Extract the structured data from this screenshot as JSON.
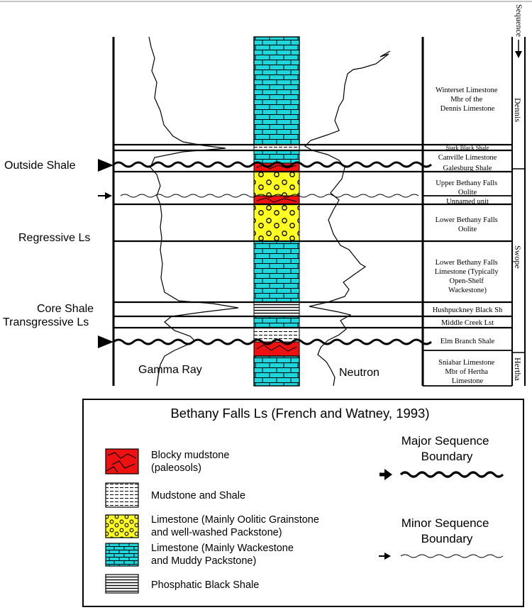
{
  "left_labels": {
    "outside_shale": "Outside Shale",
    "regressive_ls": "Regressive Ls",
    "core_shale": "Core Shale",
    "transgressive_ls": "Transgressive Ls"
  },
  "log_labels": {
    "gamma_ray": "Gamma Ray",
    "neutron": "Neutron"
  },
  "sequence_header": "Sequence",
  "sequences": [
    "Dennis",
    "Swope",
    "Hertha"
  ],
  "units": {
    "winterset": [
      "Winterset Limestone",
      "Mbr of the",
      "Dennis Limestone"
    ],
    "stark": "Stark Black Shale",
    "canville": "Canville Limestone",
    "galesburg": "Galesburg Shale",
    "upper_bethany": [
      "Upper Bethany Falls",
      "Oolite"
    ],
    "unnamed": "Unnamed unit",
    "lower_bethany_oolite": [
      "Lower Bethany Falls",
      "Oolite"
    ],
    "lower_bethany_ls": [
      "Lower Bethany Falls",
      "Limestone (Typically",
      "Open-Shelf",
      "Wackestone)"
    ],
    "hushpuckney": "Hushpuckney Black Sh",
    "middle_creek": "Middle Creek Lst",
    "elm_branch": "Elm Branch Shale",
    "sniabar": [
      "Sniabar Limestone",
      "Mbr of Hertha",
      "Limestone"
    ]
  },
  "legend": {
    "title": "Bethany Falls Ls (French and Watney, 1993)",
    "items": [
      [
        "Blocky mudstone",
        "(paleosols)"
      ],
      [
        "Mudstone and Shale"
      ],
      [
        "Limestone (Mainly Oolitic Grainstone",
        "and well-washed Packstone)"
      ],
      [
        "Limestone (Mainly Wackestone",
        "and Muddy Packstone)"
      ],
      [
        "Phosphatic Black Shale"
      ]
    ],
    "major_boundary": [
      "Major Sequence",
      "Boundary"
    ],
    "minor_boundary": [
      "Minor Sequence",
      "Boundary"
    ]
  },
  "colors": {
    "limestone": "#1fd6dc",
    "oolite": "#ffff22",
    "paleosol": "#ee1111",
    "ink": "#000000"
  }
}
